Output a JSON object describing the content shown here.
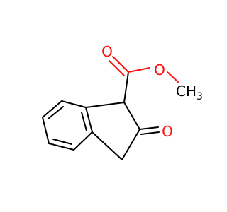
{
  "molecule": {
    "atoms": {
      "ester_carbonyl_oxygen": "O",
      "ester_ether_oxygen": "O",
      "methyl_element": "CH",
      "methyl_count": "3",
      "ketone_oxygen": "O"
    },
    "colors": {
      "carbon_bond": "#000000",
      "oxygen": "#ff0d0d",
      "background": "#ffffff"
    }
  }
}
